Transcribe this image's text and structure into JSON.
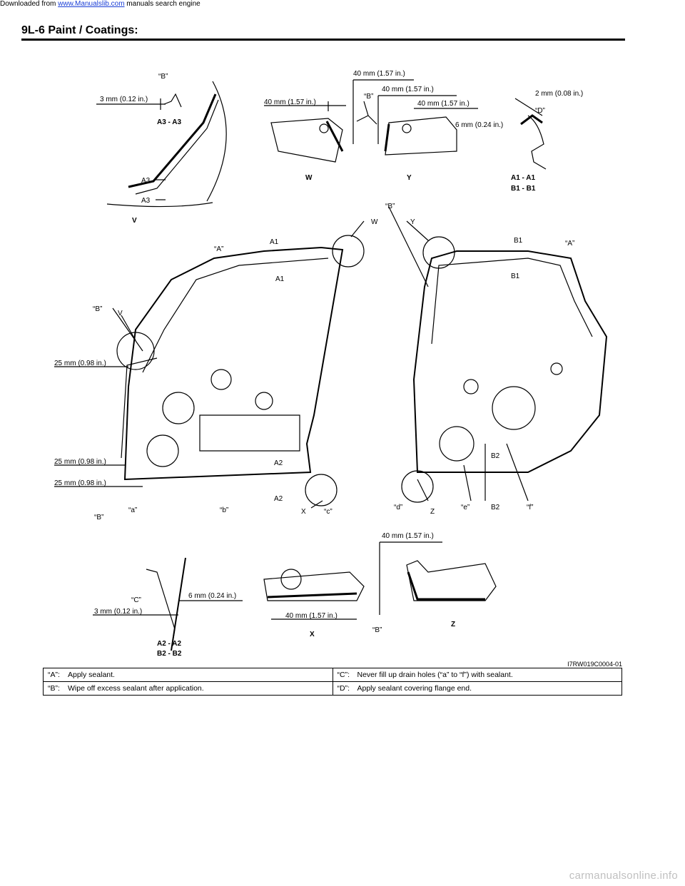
{
  "banner": {
    "prefix": "Downloaded from ",
    "link": "www.Manualslib.com",
    "suffix": " manuals search engine"
  },
  "header": {
    "title": "9L-6   Paint / Coatings:"
  },
  "figure": {
    "id": "I7RW019C0004-01",
    "callouts": {
      "q_A": "“A”",
      "q_B": "“B”",
      "q_C": "“C”",
      "q_D": "“D”",
      "q_a": "“a”",
      "q_b": "“b”",
      "q_c": "“c”",
      "q_d": "“d”",
      "q_e": "“e”",
      "q_f": "“f”",
      "V": "V",
      "W": "W",
      "X": "X",
      "Y": "Y",
      "Z": "Z",
      "A1": "A1",
      "A2": "A2",
      "A3": "A3",
      "B1": "B1",
      "B2": "B2",
      "sec_a3": "A3 - A3",
      "sec_a1": "A1 - A1",
      "sec_b1": "B1 - B1",
      "sec_a2": "A2 - A2",
      "sec_b2": "B2 - B2"
    },
    "dims": {
      "d3": "3 mm (0.12 in.)",
      "d40": "40 mm (1.57 in.)",
      "d6": "6 mm (0.24 in.)",
      "d2": "2 mm (0.08 in.)",
      "d25": "25 mm (0.98 in.)"
    }
  },
  "notes": [
    {
      "key": "“A”:",
      "text": "Apply sealant."
    },
    {
      "key": "“C”:",
      "text": "Never fill up drain holes (“a” to “f”) with sealant."
    },
    {
      "key": "“B”:",
      "text": "Wipe off excess sealant after application."
    },
    {
      "key": "“D”:",
      "text": "Apply sealant covering flange end."
    }
  ],
  "footer": {
    "text": "carmanualsonline.info"
  }
}
